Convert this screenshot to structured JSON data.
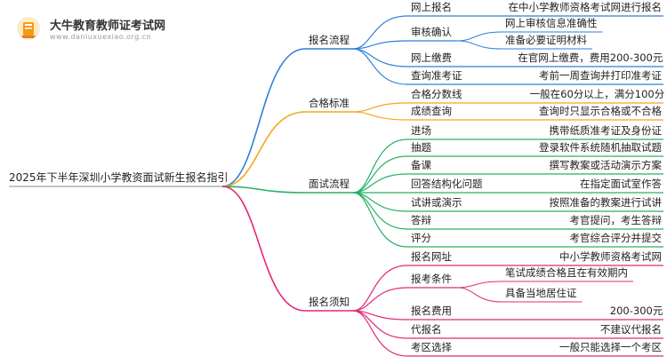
{
  "logo": {
    "title": "大牛教育教师证考试网",
    "url": "www.daniuxuexiao.org.cn"
  },
  "root": "2025年下半年深圳小学教资面试新生报名指引",
  "colors": {
    "sec0": "#2f7fd8",
    "sec1": "#f0a81c",
    "sec2": "#27b165",
    "sec3": "#e4267b",
    "root": "#888888"
  },
  "sections": [
    {
      "title": "报名流程",
      "items": [
        {
          "label": "网上报名",
          "desc": "在中小学教师资格考试网进行报名"
        },
        {
          "label": "审核确认",
          "subs": [
            "网上审核信息准确性",
            "准备必要证明材料"
          ]
        },
        {
          "label": "网上缴费",
          "desc": "在官网上缴费，费用200-300元"
        },
        {
          "label": "查询准考证",
          "desc": "考前一周查询并打印准考证"
        }
      ]
    },
    {
      "title": "合格标准",
      "items": [
        {
          "label": "合格分数线",
          "desc": "一般在60分以上，满分100分"
        },
        {
          "label": "成绩查询",
          "desc": "查询时只显示合格或不合格"
        }
      ]
    },
    {
      "title": "面试流程",
      "items": [
        {
          "label": "进场",
          "desc": "携带纸质准考证及身份证"
        },
        {
          "label": "抽题",
          "desc": "登录软件系统随机抽取试题"
        },
        {
          "label": "备课",
          "desc": "撰写教案或活动演示方案"
        },
        {
          "label": "回答结构化问题",
          "desc": "在指定面试室作答"
        },
        {
          "label": "试讲或演示",
          "desc": "按照准备的教案进行试讲"
        },
        {
          "label": "答辩",
          "desc": "考官提问，考生答辩"
        },
        {
          "label": "评分",
          "desc": "考官综合评分并提交"
        }
      ]
    },
    {
      "title": "报名须知",
      "items": [
        {
          "label": "报名网址",
          "desc": "中小学教师资格考试网"
        },
        {
          "label": "报考条件",
          "subs": [
            "笔试成绩合格且在有效期内",
            "具备当地居住证"
          ]
        },
        {
          "label": "报名费用",
          "desc": "200-300元"
        },
        {
          "label": "代报名",
          "desc": "不建议代报名"
        },
        {
          "label": "考区选择",
          "desc": "一般只能选择一个考区"
        }
      ]
    }
  ]
}
